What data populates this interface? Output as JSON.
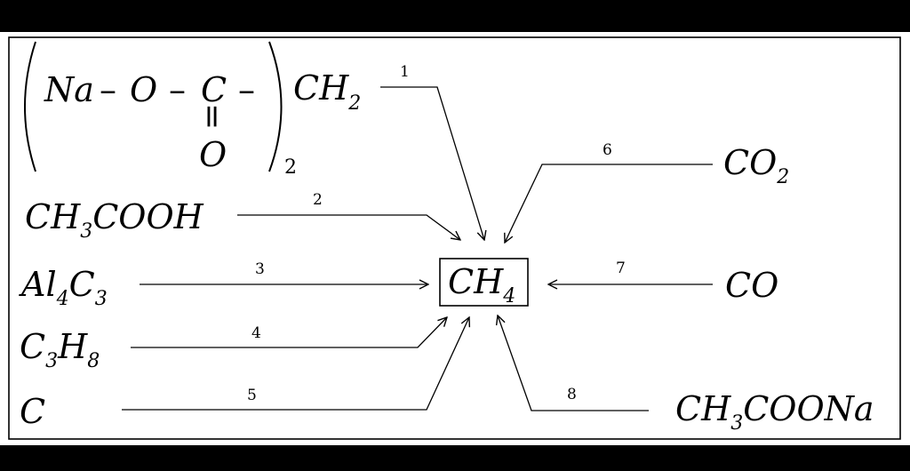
{
  "colors": {
    "background": "#ffffff",
    "border": "#000000",
    "line": "#000000",
    "frame": "#000000"
  },
  "center": {
    "main": "CH",
    "sub": "4"
  },
  "reactants": {
    "malonate": {
      "parts": [
        "Na",
        "O",
        "C",
        "O"
      ],
      "group_main": "CH",
      "group_sub": "2",
      "multiplier": "2",
      "double_bond": "=",
      "dashes": [
        "–",
        "–",
        "–"
      ]
    },
    "acetic_acid": {
      "parts": [
        "CH",
        "3",
        "COOH"
      ]
    },
    "aluminum_carbide": {
      "parts": [
        "Al",
        "4",
        "C",
        "3"
      ]
    },
    "propane": {
      "parts": [
        "C",
        "3",
        "H",
        "8"
      ]
    },
    "carbon": {
      "label": "C"
    },
    "carbon_dioxide": {
      "parts": [
        "CO",
        "2"
      ]
    },
    "carbon_monoxide": {
      "label": "CO"
    },
    "sodium_acetate": {
      "parts": [
        "CH",
        "3",
        "COONa"
      ]
    }
  },
  "reactions": [
    {
      "number": "1"
    },
    {
      "number": "2"
    },
    {
      "number": "3"
    },
    {
      "number": "4"
    },
    {
      "number": "5"
    },
    {
      "number": "6"
    },
    {
      "number": "7"
    },
    {
      "number": "8"
    }
  ]
}
